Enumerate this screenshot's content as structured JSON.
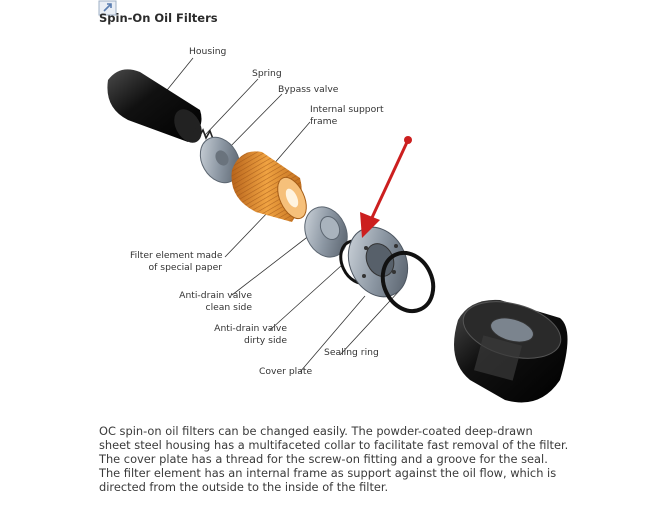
{
  "heading": "Spin-On Oil Filters",
  "icons": {
    "link": "shortcut-link-icon"
  },
  "labels": {
    "housing": [
      "Housing"
    ],
    "spring": [
      "Spring"
    ],
    "bypass_valve": [
      "Bypass valve"
    ],
    "internal_support_frame": [
      "Internal support",
      "frame"
    ],
    "filter_element": [
      "Filter element made",
      "of special paper"
    ],
    "anti_drain_clean": [
      "Anti-drain valve",
      "clean side"
    ],
    "anti_drain_dirty": [
      "Anti-drain valve",
      "dirty side"
    ],
    "sealing_ring": [
      "Sealing ring"
    ],
    "cover_plate": [
      "Cover plate"
    ]
  },
  "caption_lines": [
    "OC spin-on oil filters can be changed easily. The powder-coated deep-drawn",
    "sheet steel housing has a multifaceted collar to facilitate fast removal of the filter.",
    "The cover plate has a thread for the screw-on fitting and a groove for the seal.",
    "The filter element has an internal frame as support against the oil flow, which is",
    "directed from the outside to the inside of the filter."
  ],
  "colors": {
    "arrow": "#cc1f1f",
    "filter_paper": "#e0902c",
    "housing": "#1a1a1a",
    "metal": "#8c97a3"
  }
}
